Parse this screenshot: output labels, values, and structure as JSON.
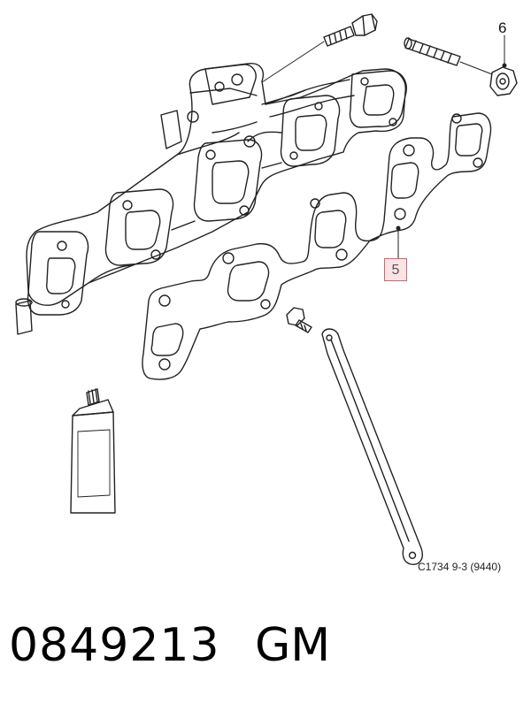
{
  "diagram": {
    "callouts": {
      "nut": "6",
      "gasket": "5"
    },
    "figure_code": "C1734 9-3 (9440)",
    "colors": {
      "line": "#222222",
      "callout_border": "#d9606a",
      "callout_fill": "#fbe3e5"
    }
  },
  "footer": {
    "part_number": "0849213",
    "brand": "GM"
  }
}
